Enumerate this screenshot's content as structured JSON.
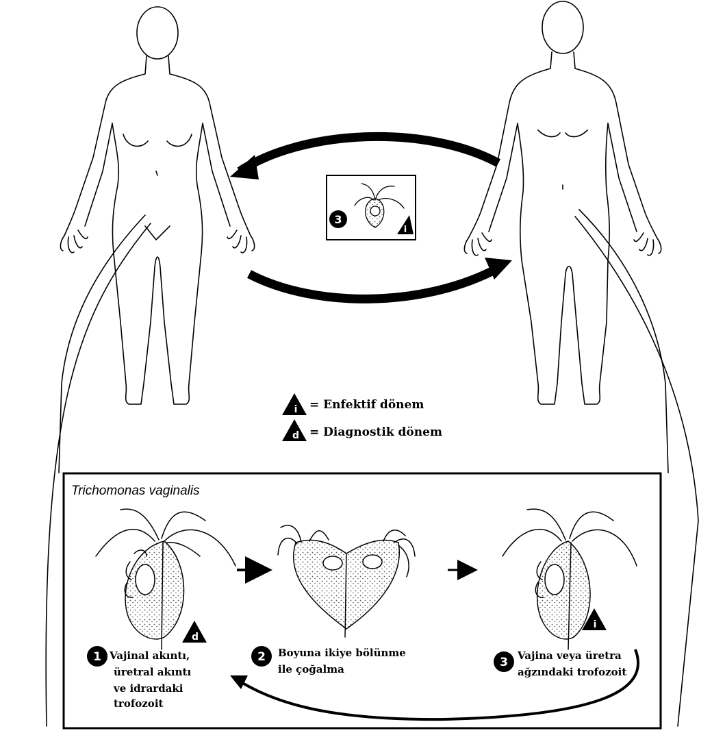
{
  "legend": {
    "infective_letter": "i",
    "infective_text": "= Enfektif dönem",
    "diagnostic_letter": "d",
    "diagnostic_text": "= Diagnostik dönem"
  },
  "panel": {
    "title": "Trichomonas vaginalis",
    "stages": [
      {
        "number": "1",
        "marker": "d",
        "lines": [
          "Vajinal akıntı,",
          "üretral akıntı",
          "ve idrardaki",
          "trofozoit"
        ]
      },
      {
        "number": "2",
        "lines": [
          "Boyuna ikiye bölünme",
          "ile çoğalma"
        ]
      },
      {
        "number": "3",
        "marker": "i",
        "lines": [
          "Vajina veya üretra",
          "ağzındaki trofozoit"
        ]
      }
    ]
  },
  "center_box": {
    "number": "3",
    "marker": "i"
  },
  "colors": {
    "ink": "#000000",
    "stipple": "#555555",
    "background": "#ffffff"
  }
}
